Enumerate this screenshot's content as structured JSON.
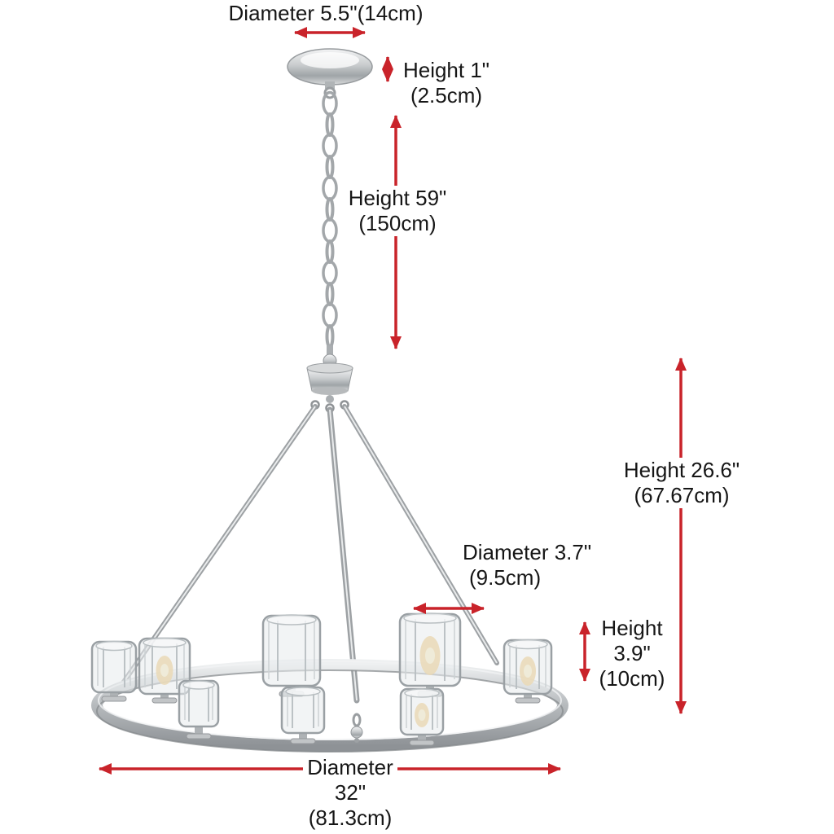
{
  "colors": {
    "dimension_red": "#c9232a",
    "label_text": "#161616",
    "background": "#ffffff",
    "chrome": "#c3c6c8"
  },
  "dimensions": {
    "canopy_diameter": {
      "text": "Diameter 5.5\"(14cm)"
    },
    "canopy_height": {
      "line1": "Height 1\"",
      "line2": "(2.5cm)"
    },
    "hanging_height": {
      "line1": "Height 59\"",
      "line2": "(150cm)"
    },
    "fixture_height": {
      "line1": "Height 26.6\"",
      "line2": "(67.67cm)"
    },
    "shade_diameter": {
      "line1": "Diameter 3.7\"",
      "line2": "(9.5cm)"
    },
    "shade_height": {
      "line1": "Height",
      "line2": "3.9\"",
      "line3": "(10cm)"
    },
    "ring_diameter": {
      "line1": "Diameter",
      "line2": "32\"",
      "line3": "(81.3cm)"
    }
  }
}
